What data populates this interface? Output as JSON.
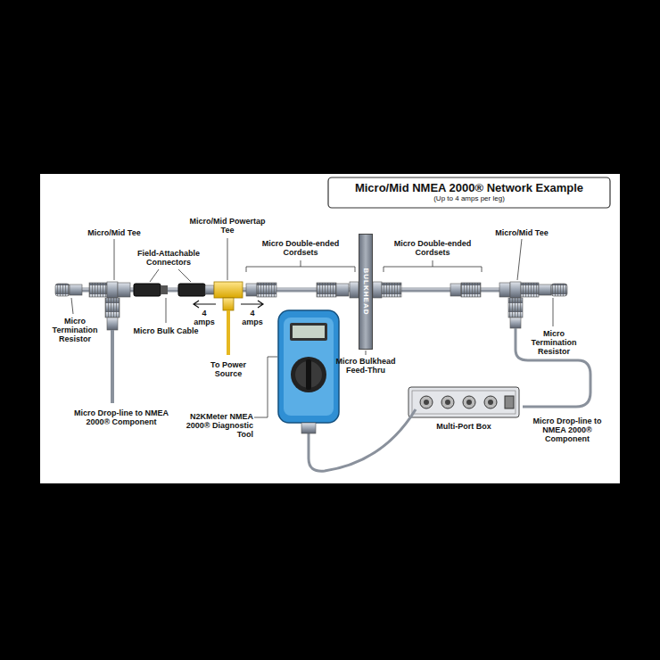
{
  "diagram": {
    "nodes": [
      {
        "text": [
          "Micro/Mid NMEA 2000® Network Example",
          "(Up to 4 amps per leg)"
        ]
      },
      {
        "text": [
          "BULKHEAD"
        ]
      }
    ],
    "labels": [
      "Micro/Mid Tee",
      "Field-Attachable Connectors",
      "Micro/Mid Powertap Tee",
      "Micro Double-ended Cordsets",
      "Micro Double-ended Cordsets",
      "Micro/Mid Tee",
      "Micro Termination Resistor",
      "Micro Bulk Cable",
      "4 amps",
      "4 amps",
      "To Power Source",
      "Micro Bulkhead Feed-Thru",
      "Micro Termination Resistor",
      "Micro Drop-line to NMEA 2000® Component",
      "N2KMeter NMEA 2000® Diagnostic Tool",
      "Multi-Port Box",
      "Micro Drop-line to NMEA 2000® Component"
    ]
  }
}
